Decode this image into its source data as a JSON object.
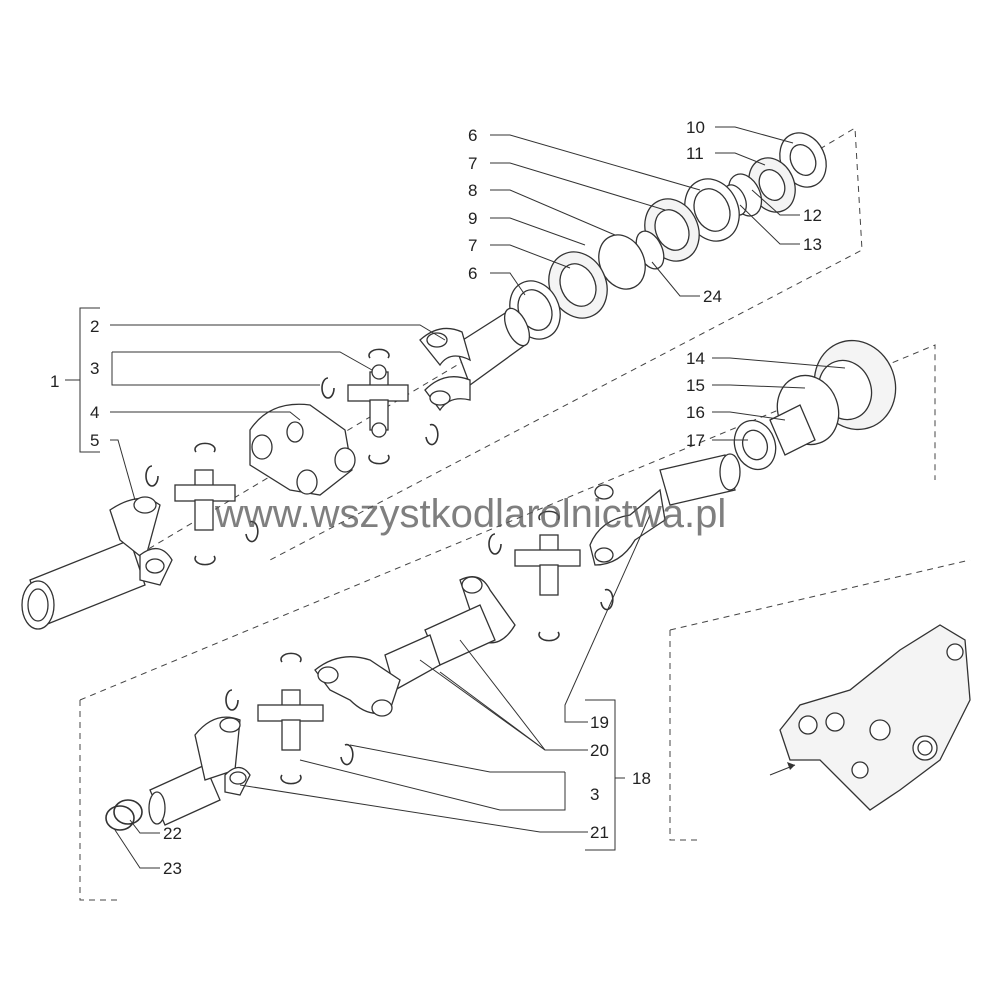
{
  "watermark": "www.wszystkodlarolnictwa.pl",
  "labels": {
    "l1": "1",
    "l2": "2",
    "l3a": "3",
    "l4": "4",
    "l5": "5",
    "l6a": "6",
    "l7a": "7",
    "l8": "8",
    "l9": "9",
    "l7b": "7",
    "l6b": "6",
    "l10": "10",
    "l11": "11",
    "l12": "12",
    "l13": "13",
    "l24": "24",
    "l14": "14",
    "l15": "15",
    "l16": "16",
    "l17": "17",
    "l18": "18",
    "l19": "19",
    "l20": "20",
    "l3b": "3",
    "l21": "21",
    "l22": "22",
    "l23": "23"
  }
}
